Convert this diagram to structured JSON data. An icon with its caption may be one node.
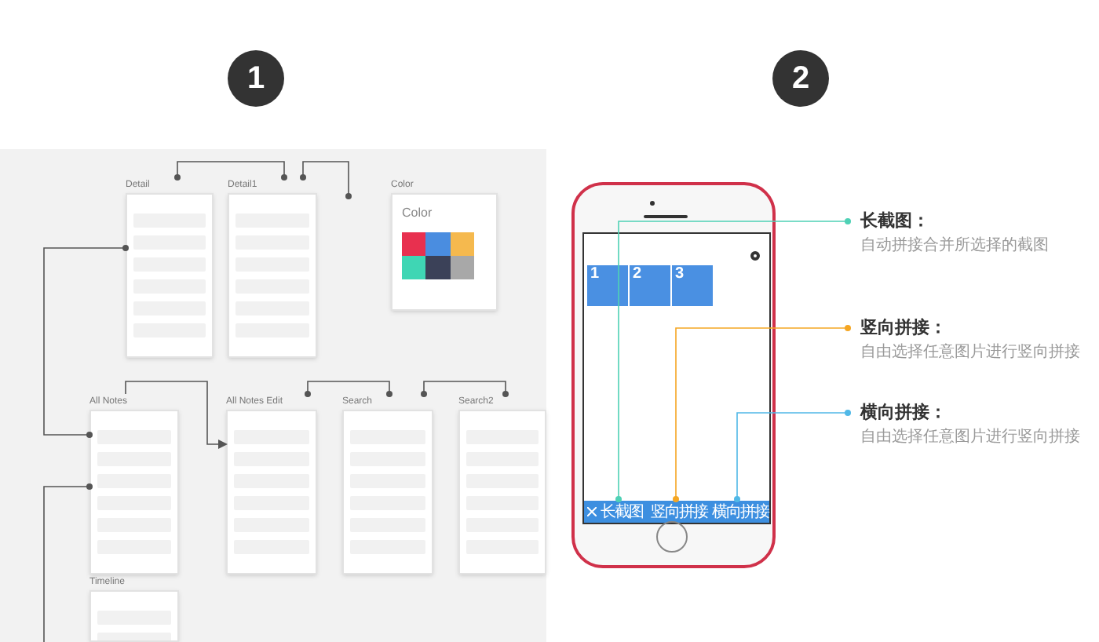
{
  "diagram": {
    "nodes": [
      {
        "text": [
          "1"
        ]
      },
      {
        "text": [
          "2"
        ]
      },
      {
        "text": [
          "Detail"
        ]
      },
      {
        "text": [
          "Detail1"
        ]
      },
      {
        "text": [
          "Color",
          "Color"
        ]
      },
      {
        "text": [
          "All Notes"
        ]
      },
      {
        "text": [
          "All Notes Edit"
        ]
      },
      {
        "text": [
          "Search"
        ]
      },
      {
        "text": [
          "Search2"
        ]
      },
      {
        "text": [
          "Timeline"
        ]
      },
      {
        "text": [],
        "shape": "picture"
      },
      {
        "text": [
          "长截图"
        ],
        "in": 10
      },
      {
        "text": [
          "竖向拼接"
        ],
        "in": 10
      },
      {
        "text": [
          "横向拼接"
        ],
        "in": 10
      },
      {
        "text": [
          "长截图：",
          "自动拼接合并所选择的截图"
        ]
      },
      {
        "text": [
          "竖向拼接：",
          "自由选择任意图片进行竖向拼接"
        ]
      },
      {
        "text": [
          "横向拼接：",
          "自由选择任意图片进行竖向拼接"
        ]
      }
    ],
    "edges": [
      {
        "from": 2,
        "to": 3,
        "arrow": "other"
      },
      {
        "from": 3,
        "to": null,
        "arrow": "other"
      },
      {
        "from": 2,
        "to": 5,
        "arrow": "other"
      },
      {
        "from": null,
        "to": 5,
        "arrow": "other"
      },
      {
        "from": 5,
        "to": 6,
        "arrow": "to"
      },
      {
        "from": 6,
        "to": 7,
        "arrow": "other"
      },
      {
        "from": 7,
        "to": 8,
        "arrow": "other"
      },
      {
        "from": 11,
        "to": 14,
        "arrow": "other",
        "color": "#4fd1b5"
      },
      {
        "from": 12,
        "to": 15,
        "arrow": "other",
        "color": "#f5a623"
      },
      {
        "from": 13,
        "to": 16,
        "arrow": "other",
        "color": "#50b8e7"
      }
    ],
    "labels": [
      "1",
      "2",
      "3"
    ]
  }
}
